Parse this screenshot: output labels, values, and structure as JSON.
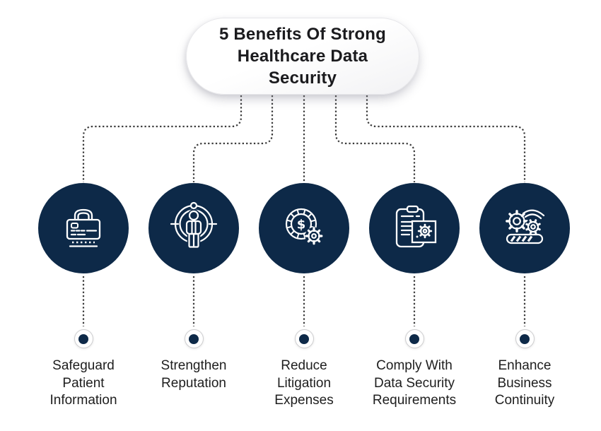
{
  "title": {
    "text": "5 Benefits Of Strong\nHealthcare Data\nSecurity"
  },
  "colors": {
    "circle_navy": "#0d2948",
    "connector_dots": "#3b3b3b",
    "title_text": "#1b1b1e",
    "label_text": "#1e1e1e",
    "bullet_border": "#cdcdcf",
    "icon_stroke": "#ffffff",
    "background": "#ffffff"
  },
  "icon_glyphs": {
    "dollar_sign": "$"
  },
  "benefits": [
    {
      "icon": "credit-card-lock-icon",
      "label": "Safeguard\nPatient\nInformation"
    },
    {
      "icon": "person-target-icon",
      "label": "Strengthen\nReputation"
    },
    {
      "icon": "dollar-coin-gear-icon",
      "label": "Reduce\nLitigation\nExpenses"
    },
    {
      "icon": "clipboard-gear-icon",
      "label": "Comply With\nData Security\nRequirements"
    },
    {
      "icon": "gears-progress-bar-icon",
      "label": "Enhance\nBusiness\nContinuity"
    }
  ]
}
